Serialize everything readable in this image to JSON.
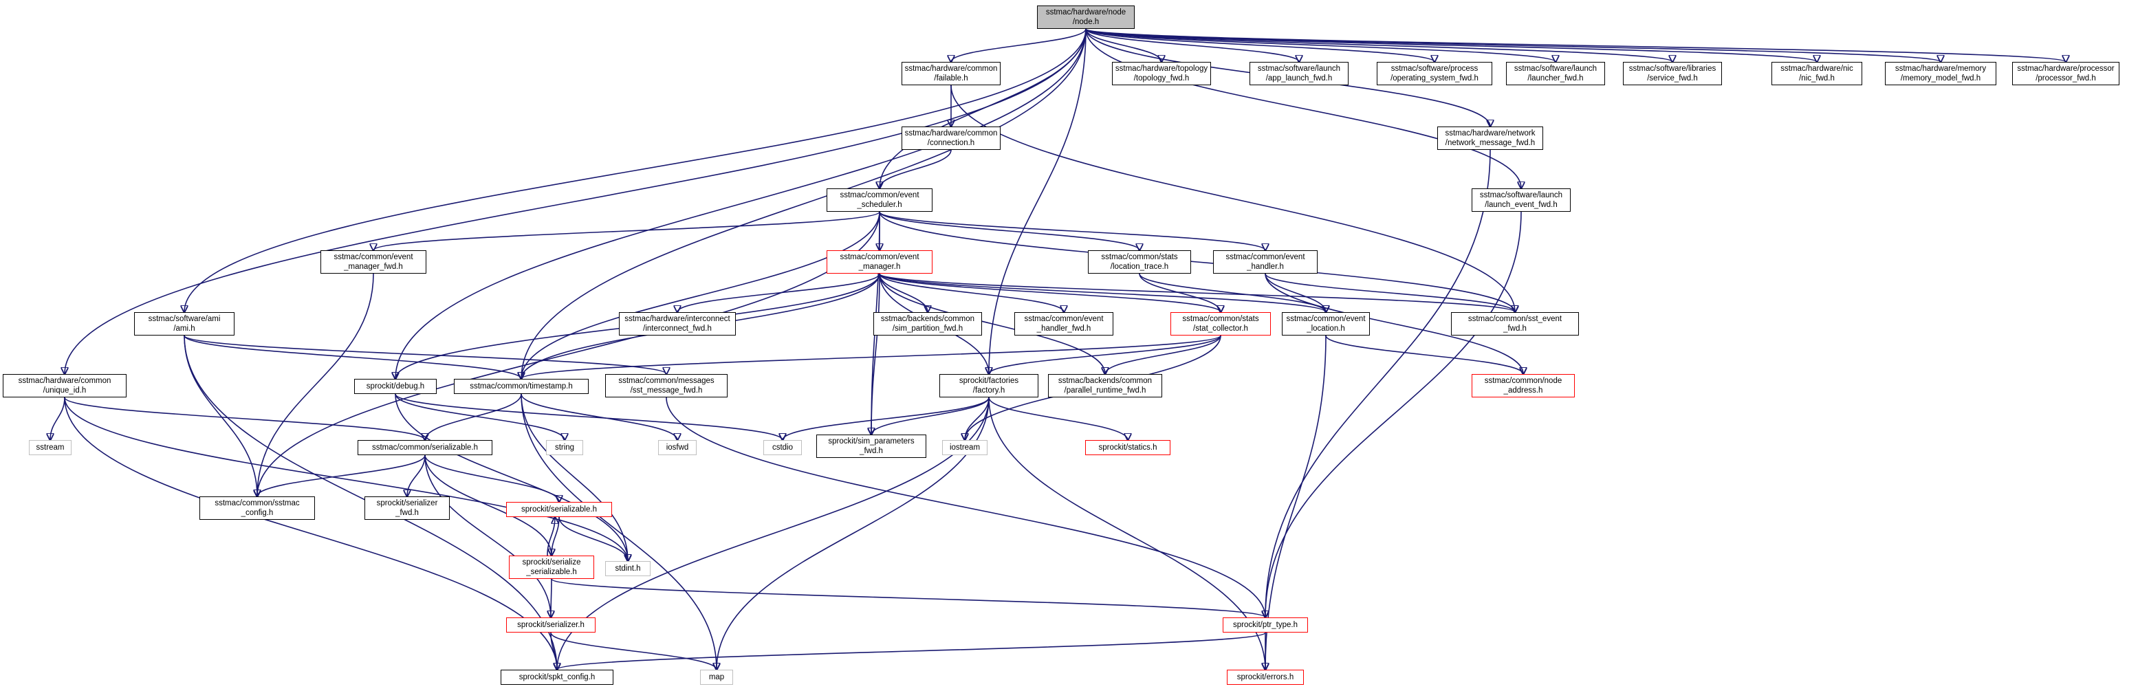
{
  "colors": {
    "edge": "#191970",
    "root_fill": "#bfbfbf",
    "highlight_border": "#ff0000",
    "system_border": "#bfbfbf"
  },
  "nodes": {
    "node_h": {
      "line1": "sstmac/hardware/node",
      "line2": "/node.h"
    },
    "failable_h": {
      "line1": "sstmac/hardware/common",
      "line2": "/failable.h"
    },
    "topology_fwd_h": {
      "line1": "sstmac/hardware/topology",
      "line2": "/topology_fwd.h"
    },
    "app_launch_fwd_h": {
      "line1": "sstmac/software/launch",
      "line2": "/app_launch_fwd.h"
    },
    "operating_system_fwd_h": {
      "line1": "sstmac/software/process",
      "line2": "/operating_system_fwd.h"
    },
    "launcher_fwd_h": {
      "line1": "sstmac/software/launch",
      "line2": "/launcher_fwd.h"
    },
    "service_fwd_h": {
      "line1": "sstmac/software/libraries",
      "line2": "/service_fwd.h"
    },
    "nic_fwd_h": {
      "line1": "sstmac/hardware/nic",
      "line2": "/nic_fwd.h"
    },
    "memory_model_fwd_h": {
      "line1": "sstmac/hardware/memory",
      "line2": "/memory_model_fwd.h"
    },
    "processor_fwd_h": {
      "line1": "sstmac/hardware/processor",
      "line2": "/processor_fwd.h"
    },
    "connection_h": {
      "line1": "sstmac/hardware/common",
      "line2": "/connection.h"
    },
    "network_message_fwd_h": {
      "line1": "sstmac/hardware/network",
      "line2": "/network_message_fwd.h"
    },
    "event_scheduler_h": {
      "line1": "sstmac/common/event",
      "line2": "_scheduler.h"
    },
    "launch_event_fwd_h": {
      "line1": "sstmac/software/launch",
      "line2": "/launch_event_fwd.h"
    },
    "event_manager_fwd_h": {
      "line1": "sstmac/common/event",
      "line2": "_manager_fwd.h"
    },
    "event_manager_h": {
      "line1": "sstmac/common/event",
      "line2": "_manager.h"
    },
    "location_trace_h": {
      "line1": "sstmac/common/stats",
      "line2": "/location_trace.h"
    },
    "event_handler_h": {
      "line1": "sstmac/common/event",
      "line2": "_handler.h"
    },
    "ami_h": {
      "line1": "sstmac/software/ami",
      "line2": "/ami.h"
    },
    "interconnect_fwd_h": {
      "line1": "sstmac/hardware/interconnect",
      "line2": "/interconnect_fwd.h"
    },
    "sim_partition_fwd_h": {
      "line1": "sstmac/backends/common",
      "line2": "/sim_partition_fwd.h"
    },
    "event_handler_fwd_h": {
      "line1": "sstmac/common/event",
      "line2": "_handler_fwd.h"
    },
    "stat_collector_h": {
      "line1": "sstmac/common/stats",
      "line2": "/stat_collector.h"
    },
    "event_location_h": {
      "line1": "sstmac/common/event",
      "line2": "_location.h"
    },
    "sst_event_fwd_h": {
      "line1": "sstmac/common/sst_event",
      "line2": "_fwd.h"
    },
    "unique_id_h": {
      "line1": "sstmac/hardware/common",
      "line2": "/unique_id.h"
    },
    "debug_h": {
      "line1": "sprockit/debug.h",
      "line2": ""
    },
    "timestamp_h": {
      "line1": "sstmac/common/timestamp.h",
      "line2": ""
    },
    "sst_message_fwd_h": {
      "line1": "sstmac/common/messages",
      "line2": "/sst_message_fwd.h"
    },
    "factory_h": {
      "line1": "sprockit/factories",
      "line2": "/factory.h"
    },
    "parallel_runtime_fwd_h": {
      "line1": "sstmac/backends/common",
      "line2": "/parallel_runtime_fwd.h"
    },
    "node_address_h": {
      "line1": "sstmac/common/node",
      "line2": "_address.h"
    },
    "sstream": {
      "line1": "sstream",
      "line2": ""
    },
    "serializable_h": {
      "line1": "sstmac/common/serializable.h",
      "line2": ""
    },
    "string": {
      "line1": "string",
      "line2": ""
    },
    "iosfwd": {
      "line1": "iosfwd",
      "line2": ""
    },
    "cstdio": {
      "line1": "cstdio",
      "line2": ""
    },
    "sim_parameters_fwd_h": {
      "line1": "sprockit/sim_parameters",
      "line2": "_fwd.h"
    },
    "iostream": {
      "line1": "iostream",
      "line2": ""
    },
    "statics_h": {
      "line1": "sprockit/statics.h",
      "line2": ""
    },
    "sstmac_config_h": {
      "line1": "sstmac/common/sstmac",
      "line2": "_config.h"
    },
    "serializer_fwd_h": {
      "line1": "sprockit/serializer",
      "line2": "_fwd.h"
    },
    "sp_serializable_h": {
      "line1": "sprockit/serializable.h",
      "line2": ""
    },
    "stdint_h": {
      "line1": "stdint.h",
      "line2": ""
    },
    "serialize_serializable_h": {
      "line1": "sprockit/serialize",
      "line2": "_serializable.h"
    },
    "serializer_h": {
      "line1": "sprockit/serializer.h",
      "line2": ""
    },
    "ptr_type_h": {
      "line1": "sprockit/ptr_type.h",
      "line2": ""
    },
    "spkt_config_h": {
      "line1": "sprockit/spkt_config.h",
      "line2": ""
    },
    "map": {
      "line1": "map",
      "line2": ""
    },
    "errors_h": {
      "line1": "sprockit/errors.h",
      "line2": ""
    }
  }
}
